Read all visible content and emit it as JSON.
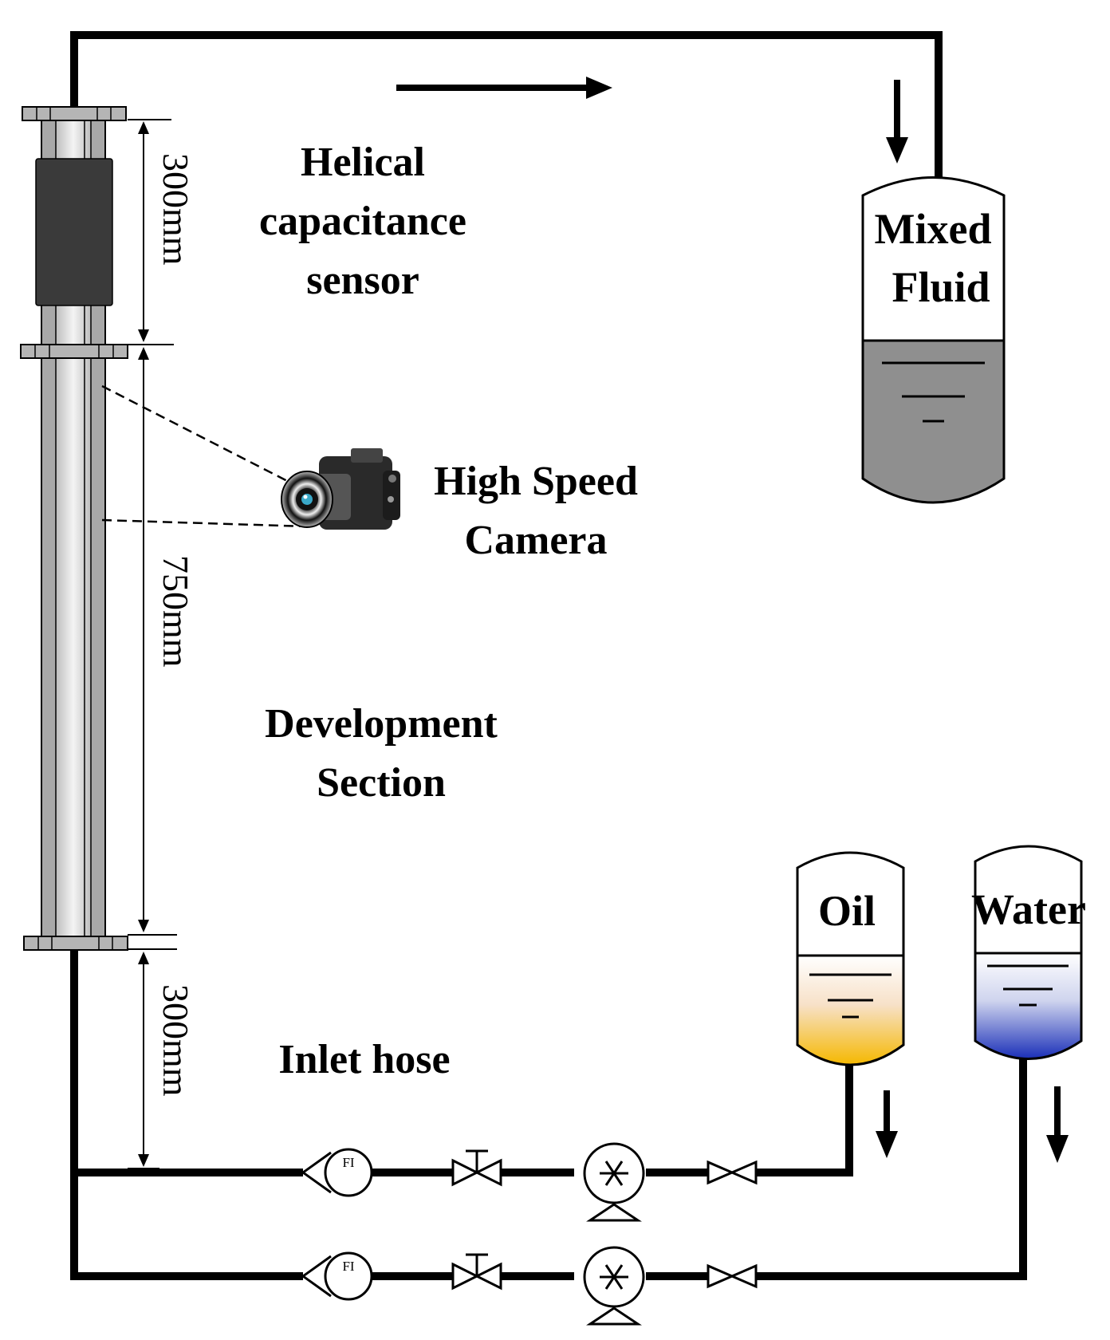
{
  "labels": {
    "sensor": [
      "Helical",
      "capacitance",
      "sensor"
    ],
    "camera": [
      "High Speed",
      "Camera"
    ],
    "development": [
      "Development",
      "Section"
    ],
    "inlet": "Inlet hose",
    "mixed_tank": [
      "Mixed",
      "Fluid"
    ],
    "oil_tank": "Oil",
    "water_tank": "Water"
  },
  "dimensions": {
    "top": "300mm",
    "middle": "750mm",
    "bottom": "300mm"
  },
  "instrument_tag": "FI",
  "colors": {
    "line": "#000000",
    "mixed_fluid": "#8f8f8f",
    "oil": "#f5b800",
    "water": "#1a2fb8",
    "sensor": "#3a3a3a",
    "pipe_gray": "#a8a8a8"
  }
}
